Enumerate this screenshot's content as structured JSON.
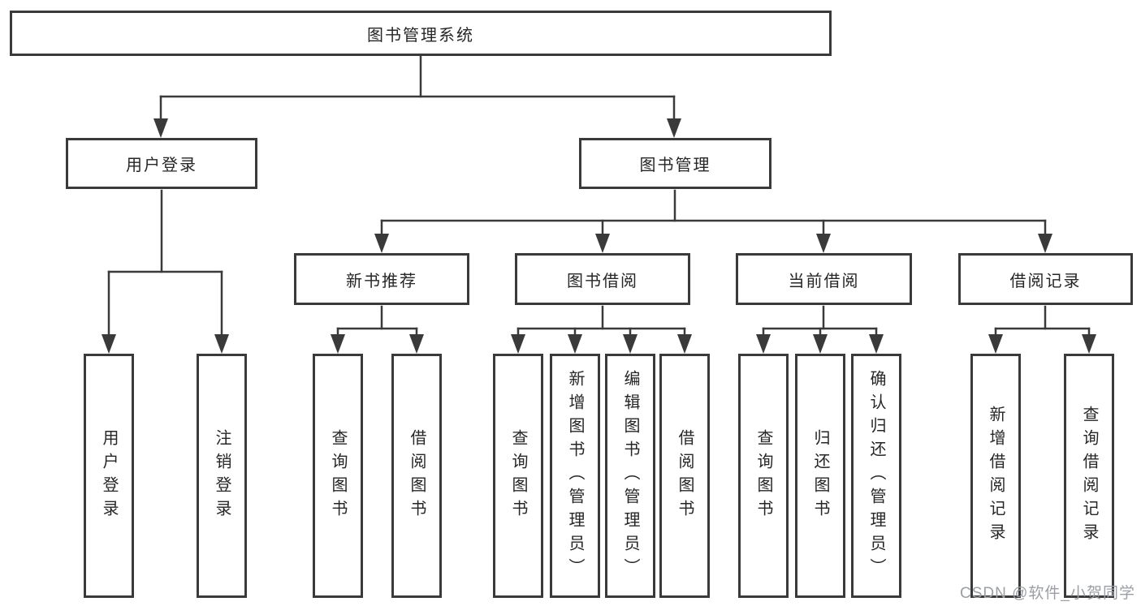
{
  "nodes": {
    "root": "图书管理系统",
    "user_login": "用户登录",
    "book_mgmt": "图书管理",
    "new_book_rec": "新书推荐",
    "book_borrow": "图书借阅",
    "current_borrow": "当前借阅",
    "borrow_record": "借阅记录",
    "leaves": {
      "user_login": "用户登录",
      "logout": "注销登录",
      "query_book_a": "查询图书",
      "borrow_book_a": "借阅图书",
      "query_book_b": "查询图书",
      "add_book": "新增图书（管理员）",
      "edit_book": "编辑图书（管理员）",
      "borrow_book_b": "借阅图书",
      "query_book_c": "查询图书",
      "return_book": "归还图书",
      "confirm_return": "确认归还（管理员）",
      "add_borrow_record": "新增借阅记录",
      "query_borrow_record": "查询借阅记录"
    }
  },
  "watermark": {
    "text": "CSDN @软件_小贺同学"
  },
  "colors": {
    "line": "#3a3a3a",
    "text": "#262626",
    "background": "#ffffff",
    "watermark": "#9b9fa3"
  }
}
